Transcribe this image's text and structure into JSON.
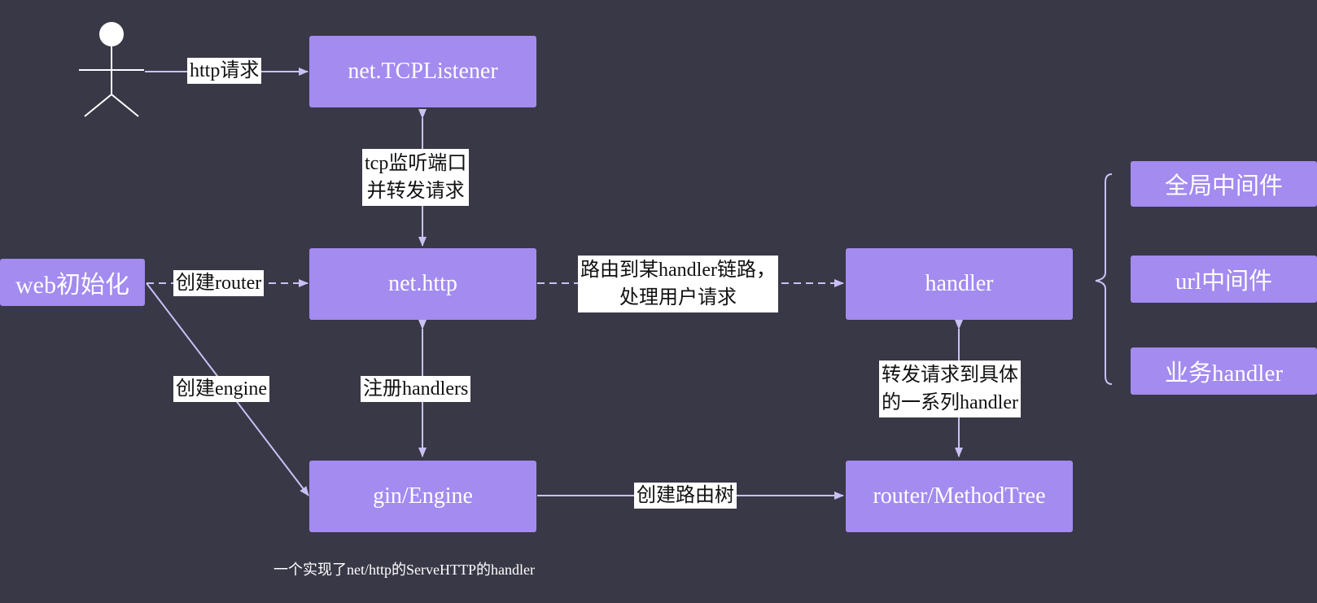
{
  "nodes": {
    "tcp_listener": "net.TCPListener",
    "net_http": "net.http",
    "gin_engine": "gin/Engine",
    "handler": "handler",
    "router_method_tree": "router/MethodTree",
    "web_init": "web初始化",
    "global_middleware": "全局中间件",
    "url_middleware": "url中间件",
    "business_handler": "业务handler"
  },
  "edges": {
    "http_request": "http请求",
    "tcp_listen_line1": "tcp监听端口",
    "tcp_listen_line2": "并转发请求",
    "create_router": "创建router",
    "create_engine": "创建engine",
    "register_handlers": "注册handlers",
    "route_line1": "路由到某handler链路，",
    "route_line2": "处理用户请求",
    "forward_line1": "转发请求到具体",
    "forward_line2": "的一系列handler",
    "create_route_tree": "创建路由树"
  },
  "caption": "一个实现了net/http的ServeHTTP的handler",
  "colors": {
    "background": "#393847",
    "node_fill": "#a38bf0",
    "edge": "#c9c0f5",
    "label_bg": "#ffffff"
  }
}
